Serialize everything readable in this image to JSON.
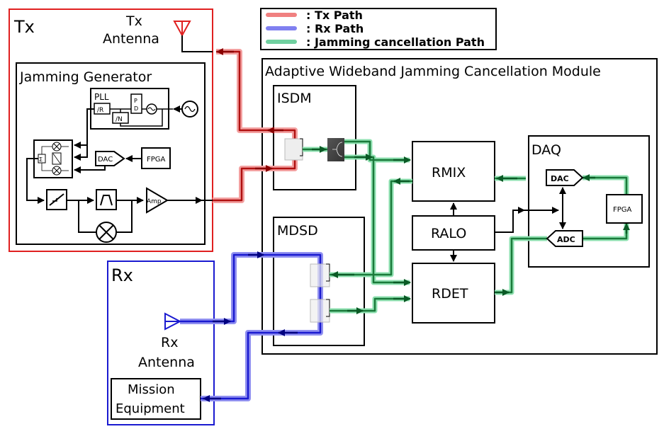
{
  "legend": {
    "items": [
      {
        "label": ": Tx Path",
        "color": "#f08080"
      },
      {
        "label": ": Rx Path",
        "color": "#8080f0"
      },
      {
        "label": ": Jamming cancellation Path",
        "color": "#70d0a0"
      }
    ]
  },
  "tx": {
    "title": "Tx",
    "antenna_label_1": "Tx",
    "antenna_label_2": "Antenna",
    "border_color": "#e02020"
  },
  "jamming_generator": {
    "title": "Jamming Generator",
    "pll": "PLL",
    "div_r": "/R",
    "div_n": "/N",
    "pd_1": "P",
    "pd_2": "D",
    "dac": "DAC",
    "fpga": "FPGA",
    "amp": "Amp",
    "sigma": "Σ"
  },
  "rx": {
    "title": "Rx",
    "antenna_label_1": "Rx",
    "antenna_label_2": "Antenna",
    "mission_1": "Mission",
    "mission_2": "Equipment",
    "border_color": "#1a1ad0"
  },
  "module": {
    "title": "Adaptive Wideband Jamming Cancellation Module",
    "isdm": "ISDM",
    "mdsd": "MDSD",
    "rmix": "RMIX",
    "ralo": "RALO",
    "rdet": "RDET",
    "daq": "DAQ",
    "daq_dac": "DAC",
    "daq_adc": "ADC",
    "daq_fpga": "FPGA"
  },
  "colors": {
    "tx_path": "#e02020",
    "tx_glow": "#f3a0a0",
    "tx_arrow": "#8a0000",
    "rx_path": "#1a1ad0",
    "rx_glow": "#9090f0",
    "rx_arrow": "#000080",
    "jc_path": "#1a7a3a",
    "jc_glow": "#8ee0b0",
    "jc_arrow": "#0a5a25"
  }
}
